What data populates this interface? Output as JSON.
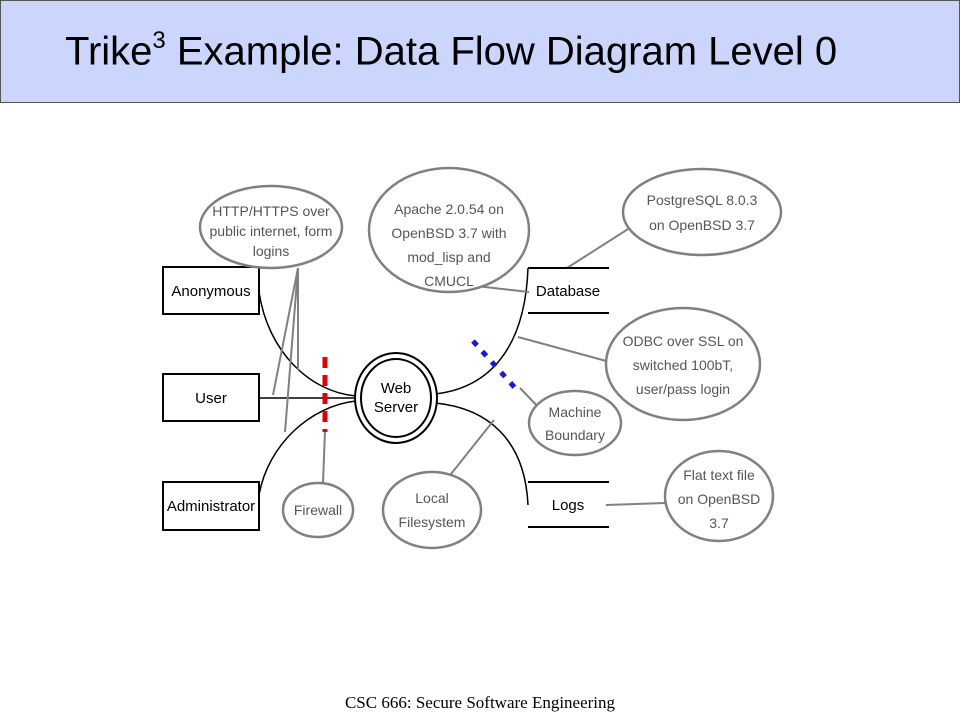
{
  "slide": {
    "title_main": "Trike",
    "title_sup": "3",
    "title_rest": " Example: Data Flow Diagram Level 0",
    "footer": "CSC 666: Secure Software Engineering"
  },
  "entities": {
    "anonymous": "Anonymous",
    "user": "User",
    "administrator": "Administrator"
  },
  "process": {
    "line1": "Web",
    "line2": "Server"
  },
  "stores": {
    "database": "Database",
    "logs": "Logs"
  },
  "annotations": {
    "http": [
      "HTTP/HTTPS over",
      "public internet, form",
      "logins"
    ],
    "apache": [
      "Apache 2.0.54 on",
      "OpenBSD 3.7 with",
      "mod_lisp and",
      "CMUCL"
    ],
    "postgres": [
      "PostgreSQL 8.0.3",
      "on OpenBSD 3.7"
    ],
    "odbc": [
      "ODBC over SSL on",
      "switched 100bT,",
      "user/pass login"
    ],
    "machine": [
      "Machine",
      "Boundary"
    ],
    "firewall": [
      "Firewall"
    ],
    "local_fs": [
      "Local",
      "Filesystem"
    ],
    "flat_file": [
      "Flat text file",
      "on OpenBSD",
      "3.7"
    ]
  },
  "colors": {
    "title_bg": "#ccd5fb",
    "annotation_stroke": "#808080",
    "firewall_boundary": "#e00000",
    "machine_boundary": "#1a1ad0"
  }
}
